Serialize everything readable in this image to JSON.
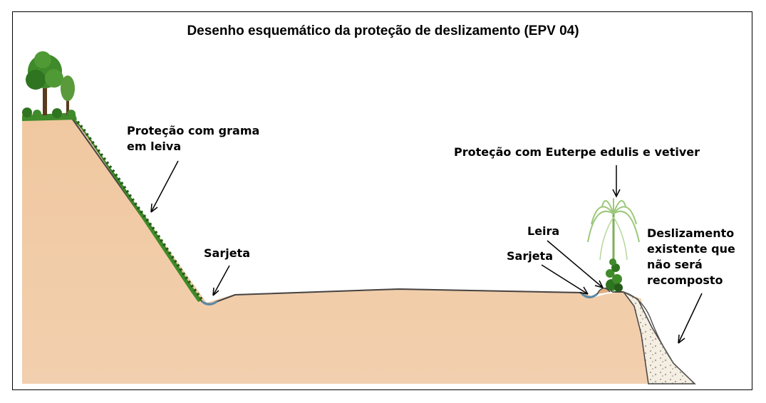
{
  "title": "Desenho esquemático da proteção de deslizamento (EPV 04)",
  "labels": {
    "grama_line1": "Proteção com grama",
    "grama_line2": "em leiva",
    "euterpe": "Proteção com Euterpe edulis e vetiver",
    "leira": "Leira",
    "sarjeta_left": "Sarjeta",
    "sarjeta_right": "Sarjeta",
    "desliz_line1": "Deslizamento",
    "desliz_line2": "existente que",
    "desliz_line3": "não será",
    "desliz_line4": "recomposto"
  },
  "colors": {
    "soil": "#eec49c",
    "soil_dark": "#e0ad80",
    "grass": "#3f8a2a",
    "grass_dark": "#245c18",
    "tree_trunk": "#5a3b1e",
    "slide": "#f3ece0",
    "line": "#000000"
  }
}
